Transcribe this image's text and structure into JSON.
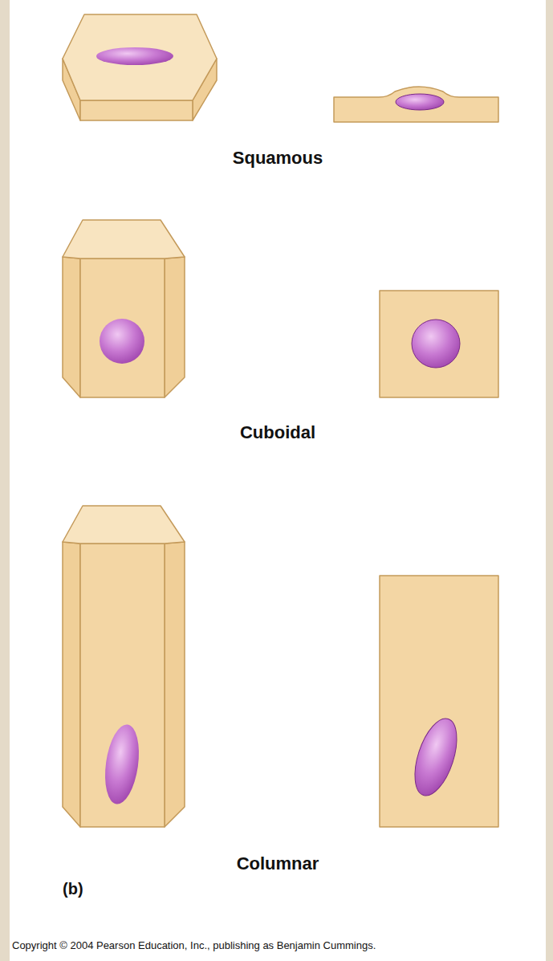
{
  "diagram": {
    "labels": [
      "Squamous",
      "Cuboidal",
      "Columnar",
      "(b)",
      "Copyright © 2004 Pearson Education, Inc., publishing as Benjamin Cummings."
    ]
  }
}
